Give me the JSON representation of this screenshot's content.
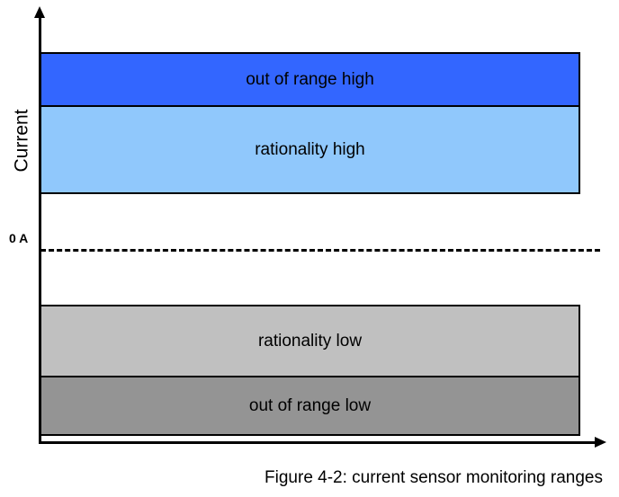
{
  "figure": {
    "caption": "Figure 4-2: current sensor monitoring ranges",
    "y_axis_title": "Current",
    "zero_label": "0 A"
  },
  "chart_data": {
    "type": "bar",
    "title": "Figure 4-2: current sensor monitoring ranges",
    "xlabel": "",
    "ylabel": "Current",
    "grid": false,
    "legend": "none",
    "annotations": [
      {
        "text": "0 A",
        "style": "dashed-horizontal-line",
        "y": 0
      }
    ],
    "bands": [
      {
        "label": "out of range high",
        "color": "#3366FF",
        "y_start": 4.3,
        "y_end": 5.6,
        "position": "above-zero-outer"
      },
      {
        "label": "rationality high",
        "color": "#90C8FC",
        "y_start": 2.2,
        "y_end": 4.3,
        "position": "above-zero-inner"
      },
      {
        "label": "rationality low",
        "color": "#C0C0C0",
        "y_start": -3.1,
        "y_end": -1.4,
        "position": "below-zero-inner"
      },
      {
        "label": "out of range low",
        "color": "#949494",
        "y_start": -4.5,
        "y_end": -3.1,
        "position": "below-zero-outer"
      }
    ],
    "ylim": [
      -5.2,
      6.4
    ],
    "xlim": [
      0,
      1
    ]
  },
  "colors": {
    "out_of_range_high": "#3366FF",
    "rationality_high": "#90C8FC",
    "rationality_low": "#C0C0C0",
    "out_of_range_low": "#949494",
    "axis": "#000000",
    "background": "#FFFFFF"
  }
}
